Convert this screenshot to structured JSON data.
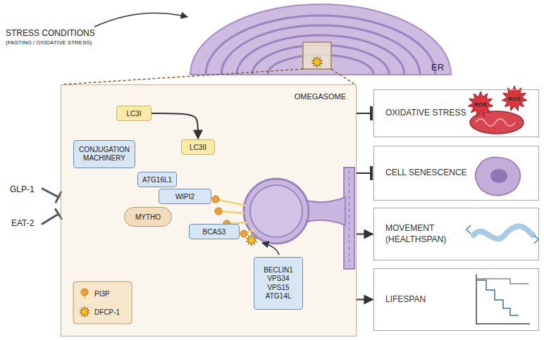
{
  "diagram": {
    "nodes": [
      {
        "text": [
          "OMEGASOME"
        ]
      },
      {
        "text": [
          "LC3I"
        ],
        "in": 0
      },
      {
        "text": [
          "LC3II"
        ],
        "in": 0
      },
      {
        "text": [
          "CONJUGATION MACHINERY"
        ],
        "in": 0
      },
      {
        "text": [
          "ATG16L1"
        ],
        "in": 0
      },
      {
        "text": [
          "WIPI2"
        ],
        "in": 0
      },
      {
        "text": [
          "MYTHO"
        ],
        "in": 0
      },
      {
        "text": [
          "BCAS3"
        ],
        "in": 0
      },
      {
        "text": [
          "BECLIN1 VPS34 VPS15 ATG14L"
        ],
        "in": 0
      },
      {
        "text": [
          "OXIDATIVE STRESS"
        ]
      },
      {
        "text": [
          "CELL SENESCENCE"
        ]
      },
      {
        "text": [
          "MOVEMENT (HEALTHSPAN)"
        ]
      },
      {
        "text": [
          "LIFESPAN"
        ]
      }
    ],
    "edges": [
      {
        "from": 1,
        "to": 2,
        "arrow": "to"
      },
      {
        "from": 0,
        "to": 9,
        "arrow": "to"
      },
      {
        "from": 0,
        "to": 10,
        "arrow": "to"
      },
      {
        "from": 0,
        "to": 11,
        "arrow": "to"
      },
      {
        "from": 0,
        "to": 12,
        "arrow": "to"
      }
    ],
    "labels": [
      "STRESS CONDITIONS",
      "(FASTING / OXIDATIVE STRESS)",
      "ER",
      "GLP-1",
      "EAT-2",
      "ROS",
      "ROS"
    ],
    "legend": [
      {
        "text": "PI3P"
      },
      {
        "text": "DFCP-1"
      }
    ]
  }
}
